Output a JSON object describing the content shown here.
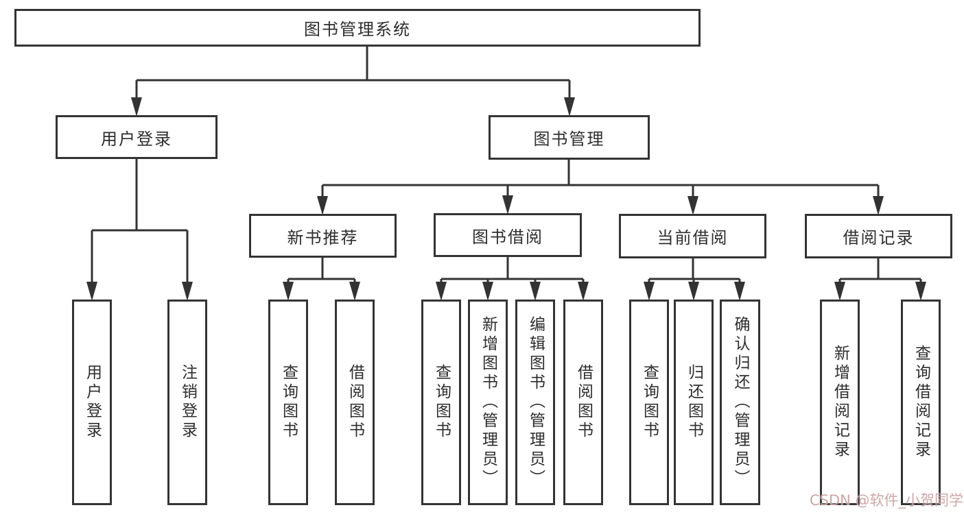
{
  "diagram": {
    "type": "hierarchy",
    "nodes": {
      "root": "图书管理系统",
      "user_login": "用户登录",
      "book_mgmt": "图书管理",
      "new_book_rec": "新书推荐",
      "book_borrow": "图书借阅",
      "current_borrow": "当前借阅",
      "borrow_record": "借阅记录",
      "leaf_user_login": "用户登录",
      "leaf_logout": "注销登录",
      "leaf_query_book_1": "查询图书",
      "leaf_borrow_book_1": "借阅图书",
      "leaf_query_book_2": "查询图书",
      "leaf_add_book": "新增图书（管理员）",
      "leaf_edit_book": "编辑图书（管理员）",
      "leaf_borrow_book_2": "借阅图书",
      "leaf_query_book_3": "查询图书",
      "leaf_return_book": "归还图书",
      "leaf_confirm_return": "确认归还（管理员）",
      "leaf_add_record": "新增借阅记录",
      "leaf_query_record": "查询借阅记录"
    },
    "structure": {
      "root": [
        "user_login",
        "book_mgmt"
      ],
      "user_login": [
        "leaf_user_login",
        "leaf_logout"
      ],
      "book_mgmt": [
        "new_book_rec",
        "book_borrow",
        "current_borrow",
        "borrow_record"
      ],
      "new_book_rec": [
        "leaf_query_book_1",
        "leaf_borrow_book_1"
      ],
      "book_borrow": [
        "leaf_query_book_2",
        "leaf_add_book",
        "leaf_edit_book",
        "leaf_borrow_book_2"
      ],
      "current_borrow": [
        "leaf_query_book_3",
        "leaf_return_book",
        "leaf_confirm_return"
      ],
      "borrow_record": [
        "leaf_add_record",
        "leaf_query_record"
      ]
    },
    "colors": {
      "line": "#333333",
      "box_border": "#333333",
      "box_fill": "#ffffff",
      "text": "#2d2d2d",
      "watermark": "#c49696"
    },
    "watermark": "CSDN @软件_小贺同学"
  }
}
